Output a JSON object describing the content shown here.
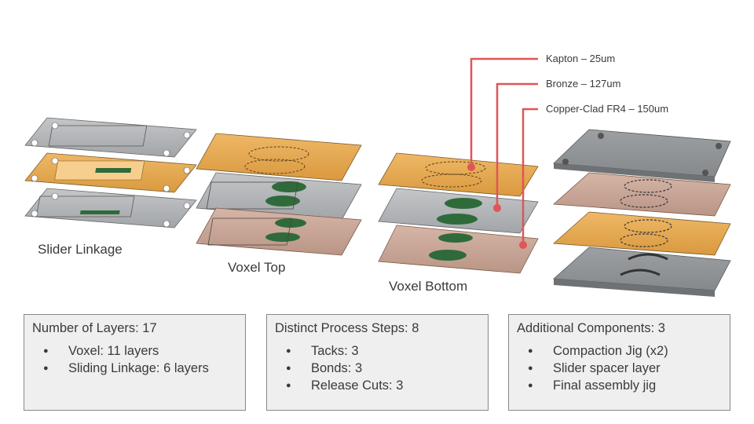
{
  "assemblies": [
    {
      "id": "slider",
      "label": "Slider Linkage"
    },
    {
      "id": "voxel_top",
      "label": "Voxel Top"
    },
    {
      "id": "voxel_bottom",
      "label": "Voxel Bottom"
    }
  ],
  "materials": [
    {
      "label": "Kapton – 25um",
      "color": "#e8ac55"
    },
    {
      "label": "Bronze – 127um",
      "color": "#9fa3a6"
    },
    {
      "label": "Copper-Clad FR4 – 150um",
      "color": "#cfaa9a"
    }
  ],
  "callout_color": "#e05555",
  "boxes": [
    {
      "title": "Number of Layers: 17",
      "items": [
        "Voxel: 11 layers",
        "Sliding Linkage: 6 layers"
      ]
    },
    {
      "title": "Distinct Process Steps: 8",
      "items": [
        "Tacks: 3",
        "Bonds: 3",
        "Release Cuts: 3"
      ]
    },
    {
      "title": "Additional Components: 3",
      "items": [
        "Compaction Jig (x2)",
        "Slider spacer layer",
        "Final assembly jig"
      ]
    }
  ]
}
